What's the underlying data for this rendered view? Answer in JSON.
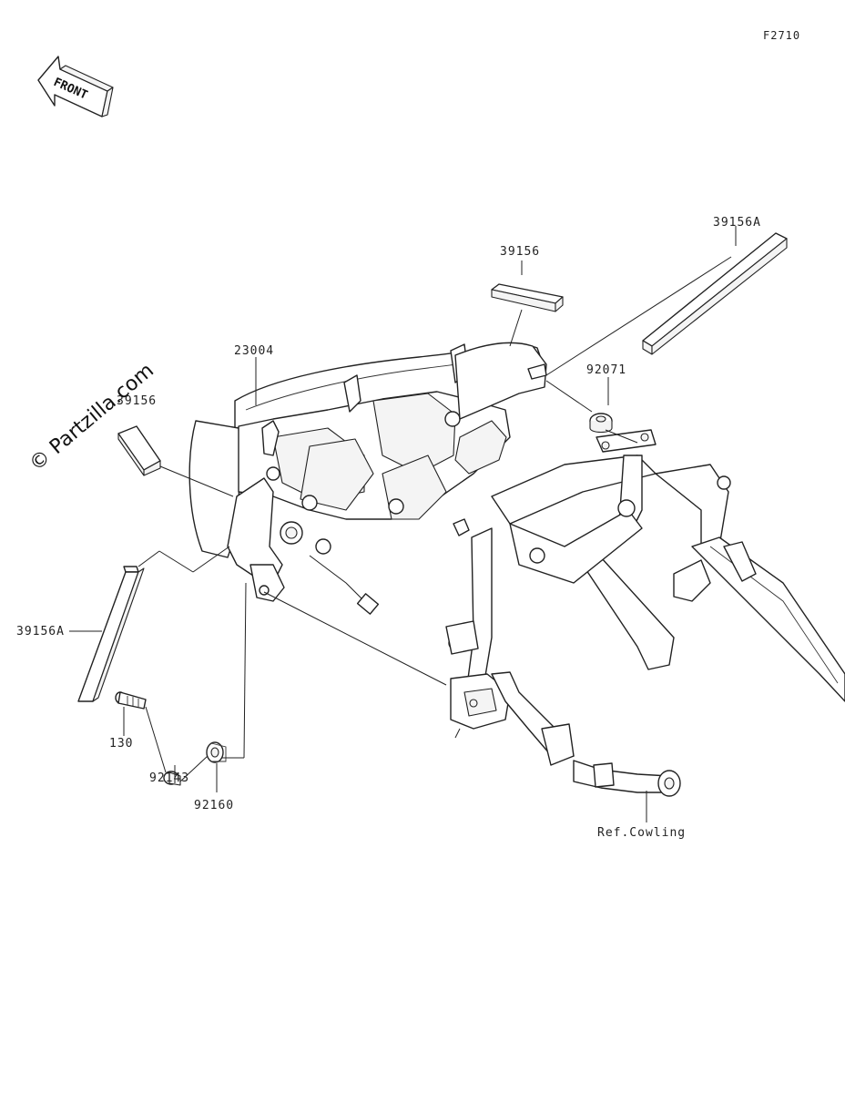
{
  "diagram_code": "F2710",
  "front_arrow_label": "FRONT",
  "watermark": "© Partzilla.com",
  "parts": [
    {
      "id": "p23004",
      "number": "23004"
    },
    {
      "id": "p39156_top",
      "number": "39156"
    },
    {
      "id": "p39156a_top",
      "number": "39156A"
    },
    {
      "id": "p92071",
      "number": "92071"
    },
    {
      "id": "p39156_left",
      "number": "39156"
    },
    {
      "id": "p39156a_left",
      "number": "39156A"
    },
    {
      "id": "p130",
      "number": "130"
    },
    {
      "id": "p92143",
      "number": "92143"
    },
    {
      "id": "p92160",
      "number": "92160"
    }
  ],
  "reference": "Ref.Cowling"
}
